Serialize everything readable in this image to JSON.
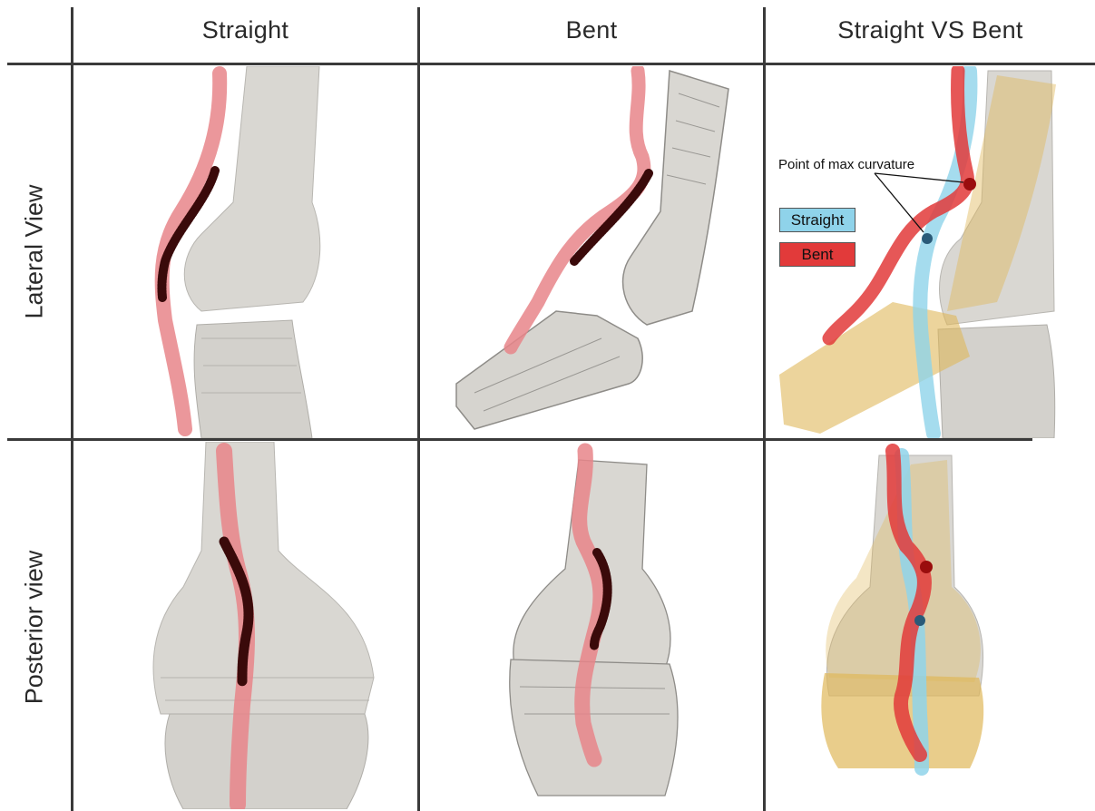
{
  "columns": [
    "Straight",
    "Bent",
    "Straight VS Bent"
  ],
  "rows": [
    "Lateral View",
    "Posterior view"
  ],
  "annotation": "Point of max curvature",
  "legend": [
    {
      "label": "Straight",
      "color": "#8fd3ea"
    },
    {
      "label": "Bent",
      "color": "#e23a3a"
    }
  ],
  "colors": {
    "bone": "#d9d7d2",
    "bone_shade": "#a9a7a2",
    "vessel_straight": "#8fd3ea",
    "vessel_bent": "#e23a3a",
    "vessel_translucent": "#e8858a",
    "stent": "#3a0a0a",
    "overlay_bone": "#e0b85a"
  }
}
